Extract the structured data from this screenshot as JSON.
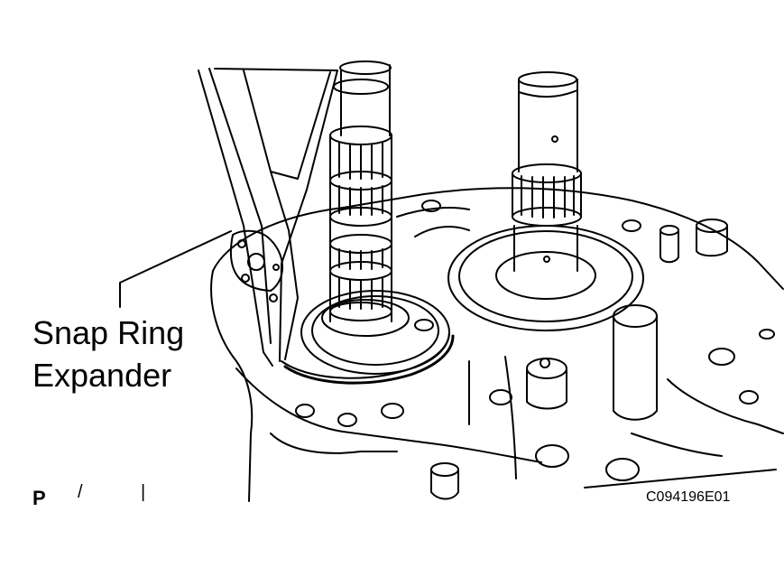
{
  "callout": {
    "line1": "Snap Ring",
    "line2": "Expander"
  },
  "figure_code": "C094196E01",
  "corner_mark": "P",
  "tick_marks": [
    "/",
    "|"
  ]
}
